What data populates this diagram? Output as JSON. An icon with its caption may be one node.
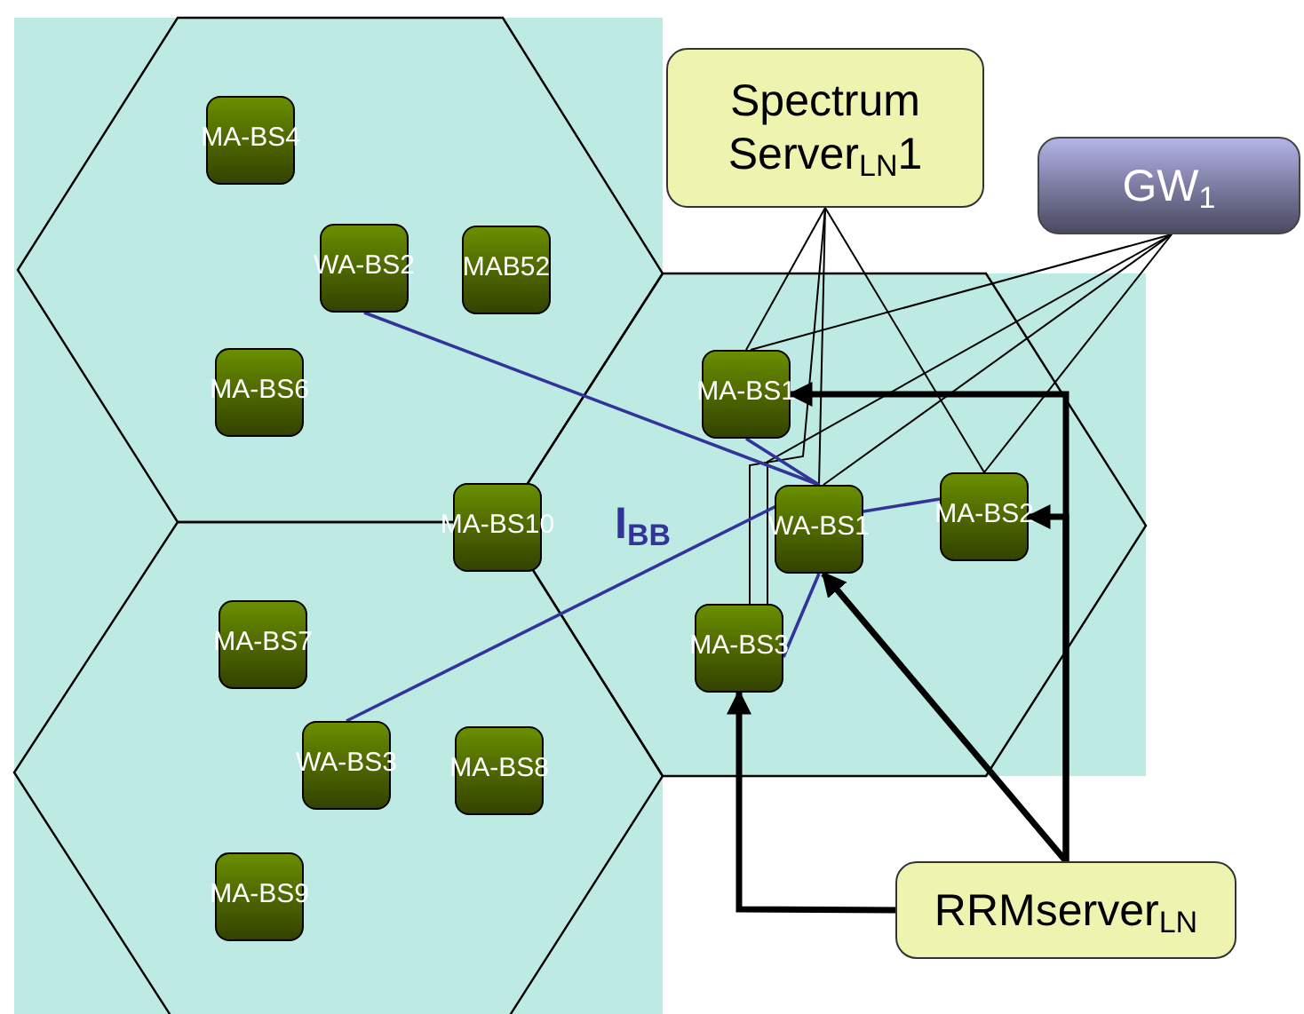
{
  "diagram": {
    "nodes": [
      {
        "text": [
          "Spectrum Server$_{LN}$1"
        ]
      },
      {
        "text": [
          "GW$_{1}$"
        ]
      },
      {
        "text": [
          "MA-BS4"
        ]
      },
      {
        "text": [
          "WA-BS2"
        ]
      },
      {
        "text": [
          "MAB52"
        ]
      },
      {
        "text": [
          "MA-BS6"
        ]
      },
      {
        "text": [
          "MA-BS10"
        ]
      },
      {
        "text": [
          "MA-BS1"
        ]
      },
      {
        "text": [
          "WA-BS1"
        ]
      },
      {
        "text": [
          "MA-BS2"
        ]
      },
      {
        "text": [
          "MA-BS3"
        ]
      },
      {
        "text": [
          "MA-BS7"
        ]
      },
      {
        "text": [
          "WA-BS3"
        ]
      },
      {
        "text": [
          "MA-BS8"
        ]
      },
      {
        "text": [
          "MA-BS9"
        ]
      },
      {
        "text": [
          "RRMserver$_{LN}$"
        ]
      }
    ],
    "edges": [
      {
        "from": 0,
        "to": 7,
        "arrow": "none"
      },
      {
        "from": 0,
        "to": 8,
        "arrow": "none"
      },
      {
        "from": 0,
        "to": 10,
        "arrow": "none"
      },
      {
        "from": 0,
        "to": 9,
        "arrow": "none"
      },
      {
        "from": 1,
        "to": 7,
        "arrow": "none"
      },
      {
        "from": 1,
        "to": 8,
        "arrow": "none"
      },
      {
        "from": 1,
        "to": 10,
        "arrow": "none"
      },
      {
        "from": 1,
        "to": 9,
        "arrow": "none"
      },
      {
        "from": 3,
        "to": 8,
        "arrow": "none",
        "color": "#333399"
      },
      {
        "from": 12,
        "to": 8,
        "arrow": "none",
        "color": "#333399"
      },
      {
        "from": 7,
        "to": 8,
        "arrow": "none",
        "color": "#333399"
      },
      {
        "from": 8,
        "to": 9,
        "arrow": "none",
        "color": "#333399"
      },
      {
        "from": 8,
        "to": 10,
        "arrow": "none",
        "color": "#333399"
      },
      {
        "from": 15,
        "to": 7,
        "arrow": "to",
        "style": "thick"
      },
      {
        "from": 15,
        "to": 9,
        "arrow": "to",
        "style": "thick"
      },
      {
        "from": 15,
        "to": 8,
        "arrow": "to",
        "style": "thick"
      },
      {
        "from": 15,
        "to": 10,
        "arrow": "to",
        "style": "thick"
      }
    ],
    "labels": [
      "I$_{BB}$"
    ]
  }
}
